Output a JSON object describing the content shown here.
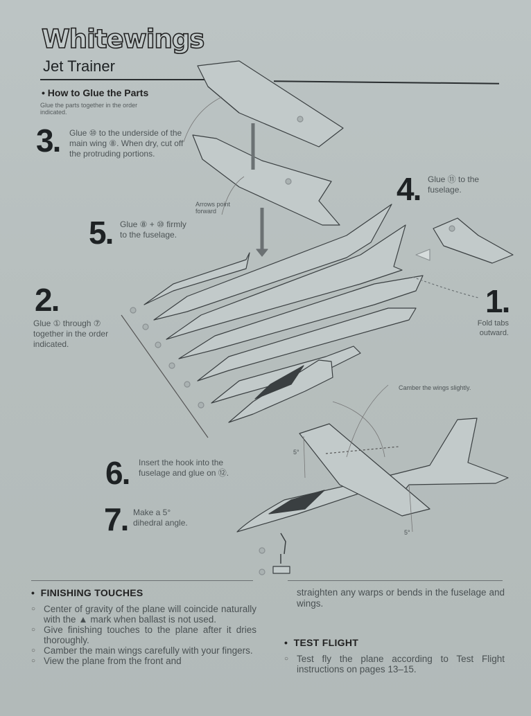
{
  "header": {
    "brand": "Whitewings",
    "model": "Jet Trainer"
  },
  "glue_section": {
    "heading": "How to Glue the Parts",
    "subtitle": "Glue the parts together in the order indicated."
  },
  "steps": [
    {
      "num": "3.",
      "text": "Glue ⑩ to the underside of the main wing ⑧. When dry, cut off the protruding portions."
    },
    {
      "num": "4.",
      "text": "Glue ⑪ to the fuselage."
    },
    {
      "num": "5.",
      "text": "Glue ⑧ + ⑩ firmly to the fuselage."
    },
    {
      "num": "2.",
      "text": "Glue ① through ⑦ together in the order indicated."
    },
    {
      "num": "1.",
      "text": "Fold tabs outward."
    },
    {
      "num": "6.",
      "text": "Insert the hook into the fuselage and glue on ⑫."
    },
    {
      "num": "7.",
      "text": "Make a 5° dihedral angle."
    }
  ],
  "annotations": {
    "arrows": "Arrows point forward",
    "camber": "Camber the wings slightly.",
    "angle_left": "5°",
    "angle_right": "5°"
  },
  "finishing": {
    "heading": "FINISHING TOUCHES",
    "items": [
      "Center of gravity of the plane will coincide naturally with the ▲ mark when ballast is not used.",
      "Give finishing touches to the plane after it dries thoroughly.",
      "Camber the main wings carefully with your fingers.",
      "View the plane from the front and"
    ],
    "continued": "straighten any warps or bends in the fuselage and wings."
  },
  "test_flight": {
    "heading": "TEST FLIGHT",
    "items": [
      "Test fly the plane according to Test Flight instructions on pages 13–15."
    ]
  }
}
